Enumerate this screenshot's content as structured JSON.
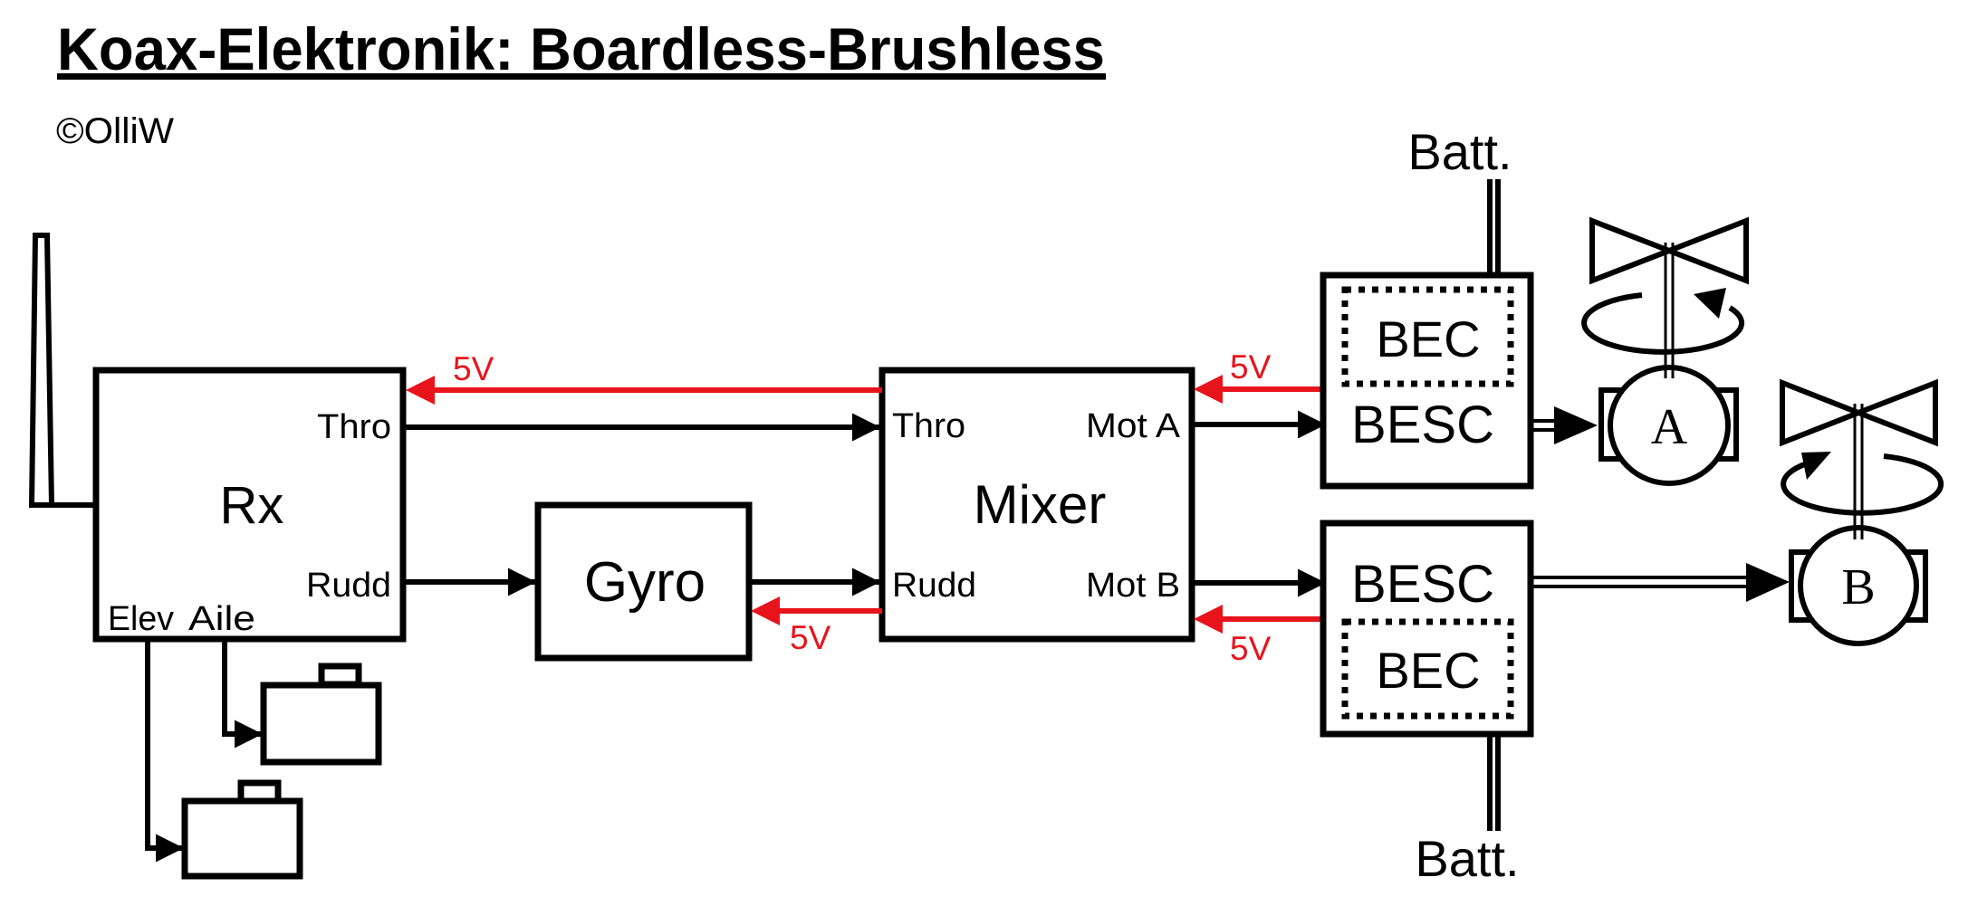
{
  "title": "Koax-Elektronik: Boardless-Brushless",
  "copyright": "©OlliW",
  "colors": {
    "power": "#e8141c",
    "signal": "#000000"
  },
  "blocks": {
    "rx": {
      "label": "Rx",
      "ports": {
        "thro": "Thro",
        "rudd": "Rudd",
        "elev": "Elev",
        "aile": "Aile"
      }
    },
    "gyro": {
      "label": "Gyro"
    },
    "mixer": {
      "label": "Mixer",
      "ports": {
        "thro": "Thro",
        "rudd": "Rudd",
        "mot_a": "Mot A",
        "mot_b": "Mot B"
      }
    },
    "esc_a": {
      "label": "BESC",
      "sub": "BEC",
      "battery": "Batt."
    },
    "esc_b": {
      "label": "BESC",
      "sub": "BEC",
      "battery": "Batt."
    },
    "motor_a": {
      "label": "A"
    },
    "motor_b": {
      "label": "B"
    }
  },
  "power_labels": {
    "mixer_to_rx": "5V",
    "mixer_to_gyro": "5V",
    "esc_a_to_mixer": "5V",
    "esc_b_to_mixer": "5V"
  },
  "icons": [
    "antenna-icon",
    "servo-icon",
    "servo-icon",
    "propeller-icon",
    "rotation-arrow-icon",
    "motor-icon"
  ]
}
